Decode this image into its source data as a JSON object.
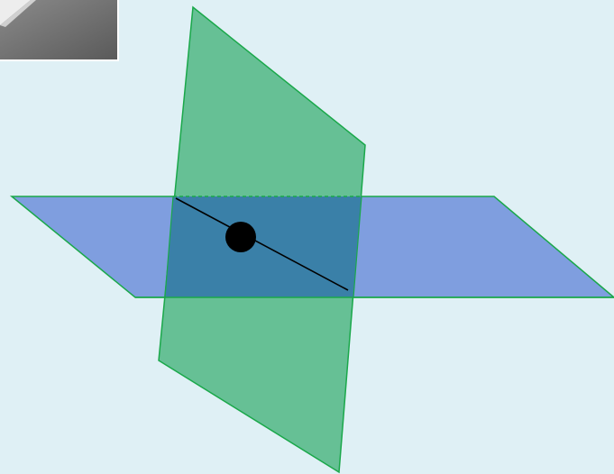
{
  "colors": {
    "background": "#dff0f5",
    "horizontal_plane_fill": "#7f9edf",
    "horizontal_plane_stroke": "#1aa84a",
    "vertical_plane_fill": "#66c095",
    "vertical_plane_stroke": "#1aa84a",
    "overlap_fill": "#3a80a8",
    "intersection_line": "#000000",
    "point": "#000000",
    "thumbnail_dark": "#6e6e6e",
    "thumbnail_light": "#f2f2f2"
  },
  "diagram": {
    "description_elements": [
      "thumbnail-image",
      "vertical-plane",
      "horizontal-plane",
      "intersection-line",
      "point"
    ]
  }
}
